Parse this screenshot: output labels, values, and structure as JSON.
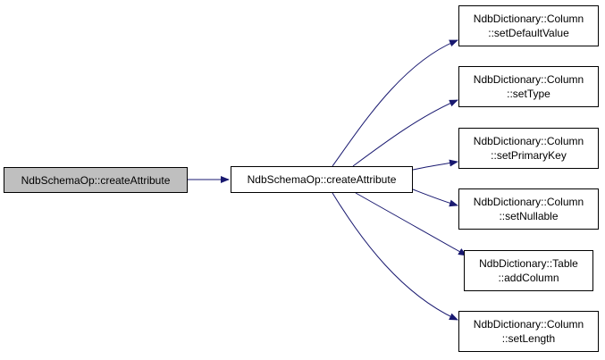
{
  "nodes": {
    "caller": {
      "lines": [
        "NdbSchemaOp::createAttribute"
      ]
    },
    "center": {
      "lines": [
        "NdbSchemaOp::createAttribute"
      ]
    },
    "set_default_value": {
      "lines": [
        "NdbDictionary::Column",
        "::setDefaultValue"
      ]
    },
    "set_type": {
      "lines": [
        "NdbDictionary::Column",
        "::setType"
      ]
    },
    "set_primary_key": {
      "lines": [
        "NdbDictionary::Column",
        "::setPrimaryKey"
      ]
    },
    "set_nullable": {
      "lines": [
        "NdbDictionary::Column",
        "::setNullable"
      ]
    },
    "add_column": {
      "lines": [
        "NdbDictionary::Table",
        "::addColumn"
      ]
    },
    "set_length": {
      "lines": [
        "NdbDictionary::Column",
        "::setLength"
      ]
    }
  },
  "colors": {
    "edge": "#191970",
    "root_fill": "#bfbfbf",
    "node_fill": "#ffffff",
    "border": "#000000"
  }
}
